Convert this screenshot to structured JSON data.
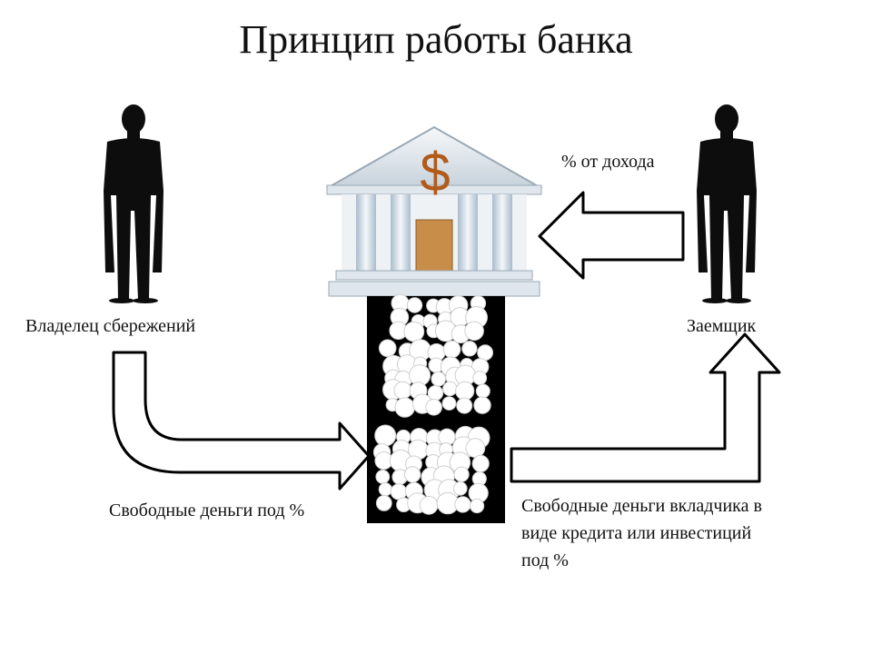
{
  "title": "Принцип работы банка",
  "labels": {
    "owner": "Владелец сбережений",
    "borrower": "Заемщик",
    "percent_income": "% от дохода",
    "free_money": "Свободные деньги под %",
    "credit_line1": "Свободные деньги вкладчика в",
    "credit_line2": "виде кредита или инвестиций",
    "credit_line3": "под %"
  },
  "bank": {
    "symbol": "$",
    "symbol_color": "#b25a1a",
    "door_color": "#c98d4a"
  },
  "colors": {
    "figure": "#0d0d0d",
    "column": "#d2dde6",
    "roof": "#e4e9ee"
  }
}
